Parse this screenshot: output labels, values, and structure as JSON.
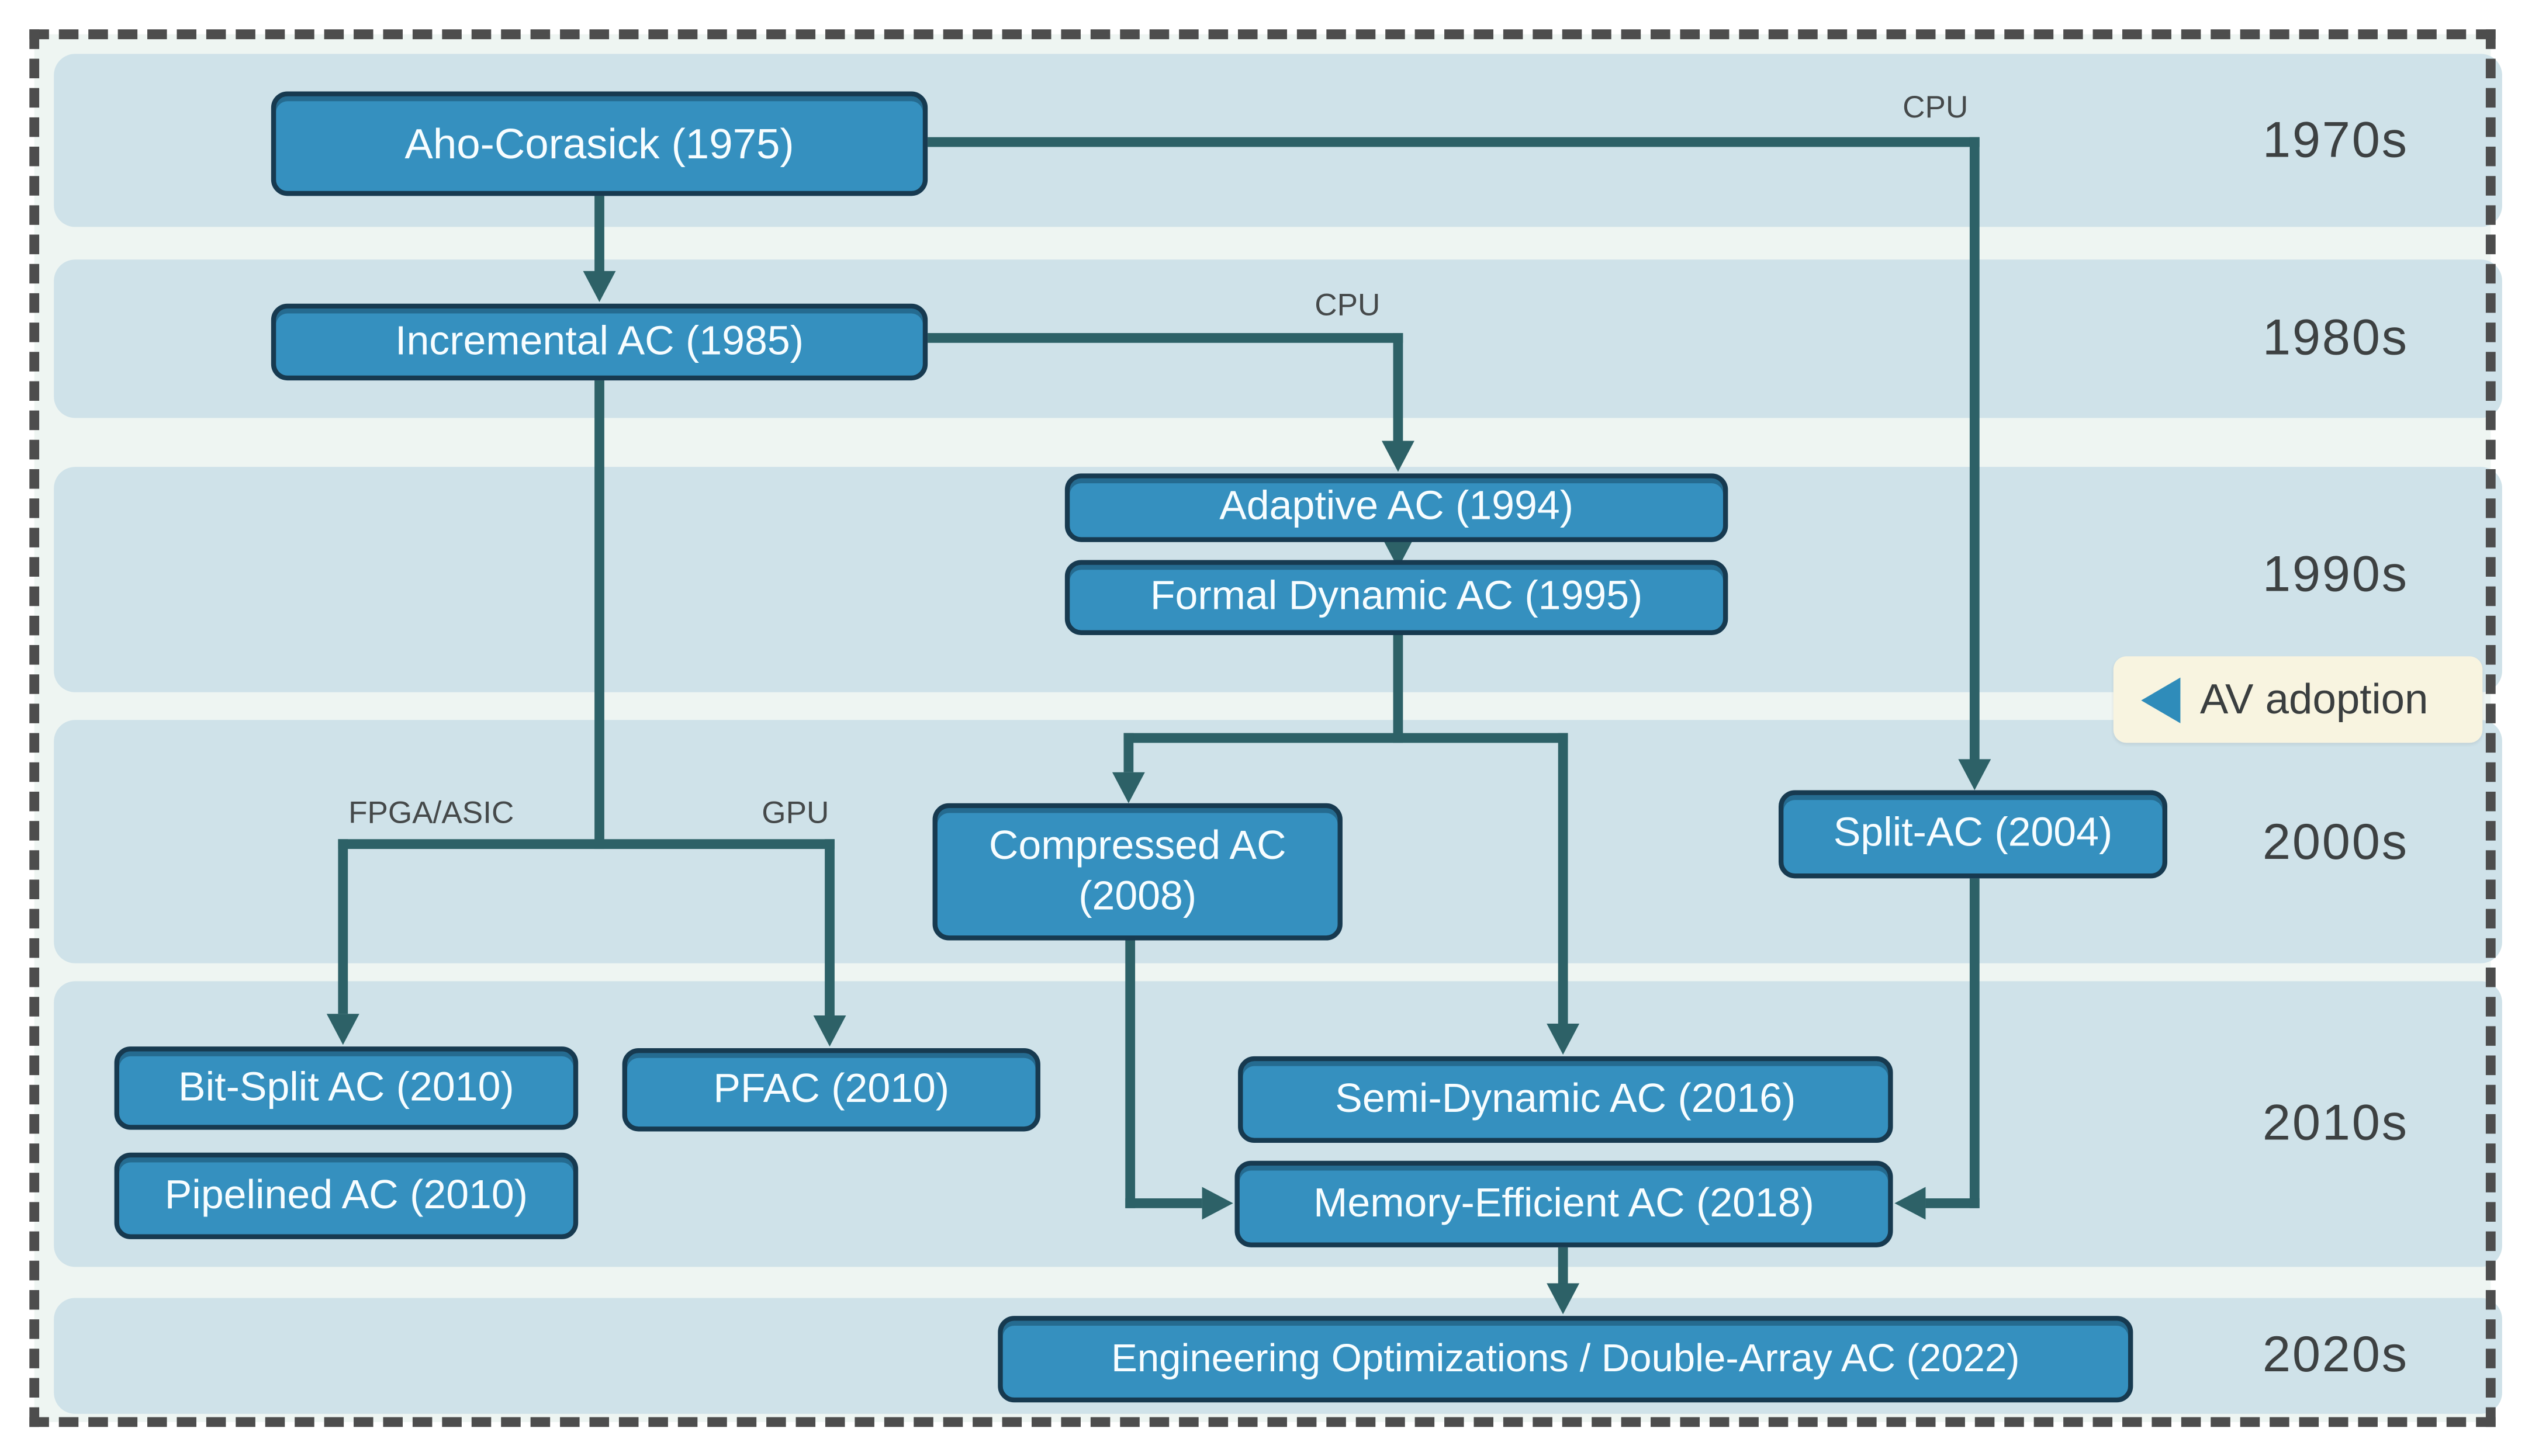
{
  "decades": [
    {
      "label": "1970s"
    },
    {
      "label": "1980s"
    },
    {
      "label": "1990s"
    },
    {
      "label": "2000s"
    },
    {
      "label": "2010s"
    },
    {
      "label": "2020s"
    }
  ],
  "nodes": {
    "aho": {
      "label": "Aho-Corasick (1975)"
    },
    "incremental": {
      "label": "Incremental AC (1985)"
    },
    "adaptive": {
      "label": "Adaptive AC (1994)"
    },
    "formal": {
      "label": "Formal Dynamic AC (1995)"
    },
    "compressed": {
      "line1": "Compressed AC",
      "line2": "(2008)"
    },
    "split": {
      "label": "Split-AC (2004)"
    },
    "bitsplit": {
      "label": "Bit-Split AC (2010)"
    },
    "pfac": {
      "label": "PFAC (2010)"
    },
    "pipelined": {
      "label": "Pipelined AC (2010)"
    },
    "semidynamic": {
      "label": "Semi-Dynamic AC (2016)"
    },
    "memoryefficient": {
      "label": "Memory-Efficient AC (2018)"
    },
    "engineering": {
      "label": "Engineering Optimizations / Double-Array AC (2022)"
    }
  },
  "edge_labels": {
    "cpu_from_aho": "CPU",
    "cpu_from_incremental": "CPU",
    "fpga_asic": "FPGA/ASIC",
    "gpu": "GPU"
  },
  "legend": {
    "label": "AV adoption"
  },
  "edges": [
    {
      "from": "Aho-Corasick (1975)",
      "to": "Incremental AC (1985)",
      "label": ""
    },
    {
      "from": "Aho-Corasick (1975)",
      "to": "Split-AC (2004)",
      "label": "CPU"
    },
    {
      "from": "Incremental AC (1985)",
      "to": "Adaptive AC (1994)",
      "label": "CPU"
    },
    {
      "from": "Incremental AC (1985)",
      "to": "Bit-Split AC (2010)",
      "label": "FPGA/ASIC"
    },
    {
      "from": "Incremental AC (1985)",
      "to": "PFAC (2010)",
      "label": "GPU"
    },
    {
      "from": "Adaptive AC (1994)",
      "to": "Formal Dynamic AC (1995)",
      "label": ""
    },
    {
      "from": "Formal Dynamic AC (1995)",
      "to": "Compressed AC (2008)",
      "label": ""
    },
    {
      "from": "Formal Dynamic AC (1995)",
      "to": "Semi-Dynamic AC (2016)",
      "label": ""
    },
    {
      "from": "Compressed AC (2008)",
      "to": "Memory-Efficient AC (2018)",
      "label": ""
    },
    {
      "from": "Split-AC (2004)",
      "to": "Memory-Efficient AC (2018)",
      "label": ""
    },
    {
      "from": "Memory-Efficient AC (2018)",
      "to": "Engineering Optimizations / Double-Array AC (2022)",
      "label": ""
    }
  ],
  "colors": {
    "band": "#cfe2e9",
    "background": "#eef5f2",
    "node_fill": "#3590bf",
    "node_border": "#173a50",
    "node_text": "#f7fdff",
    "edge": "#2d6167",
    "dashed_border": "#4d4d4d",
    "legend_background": "#f8f4e0",
    "legend_triangle": "#2f8cba",
    "decade_text": "#3d4142"
  }
}
